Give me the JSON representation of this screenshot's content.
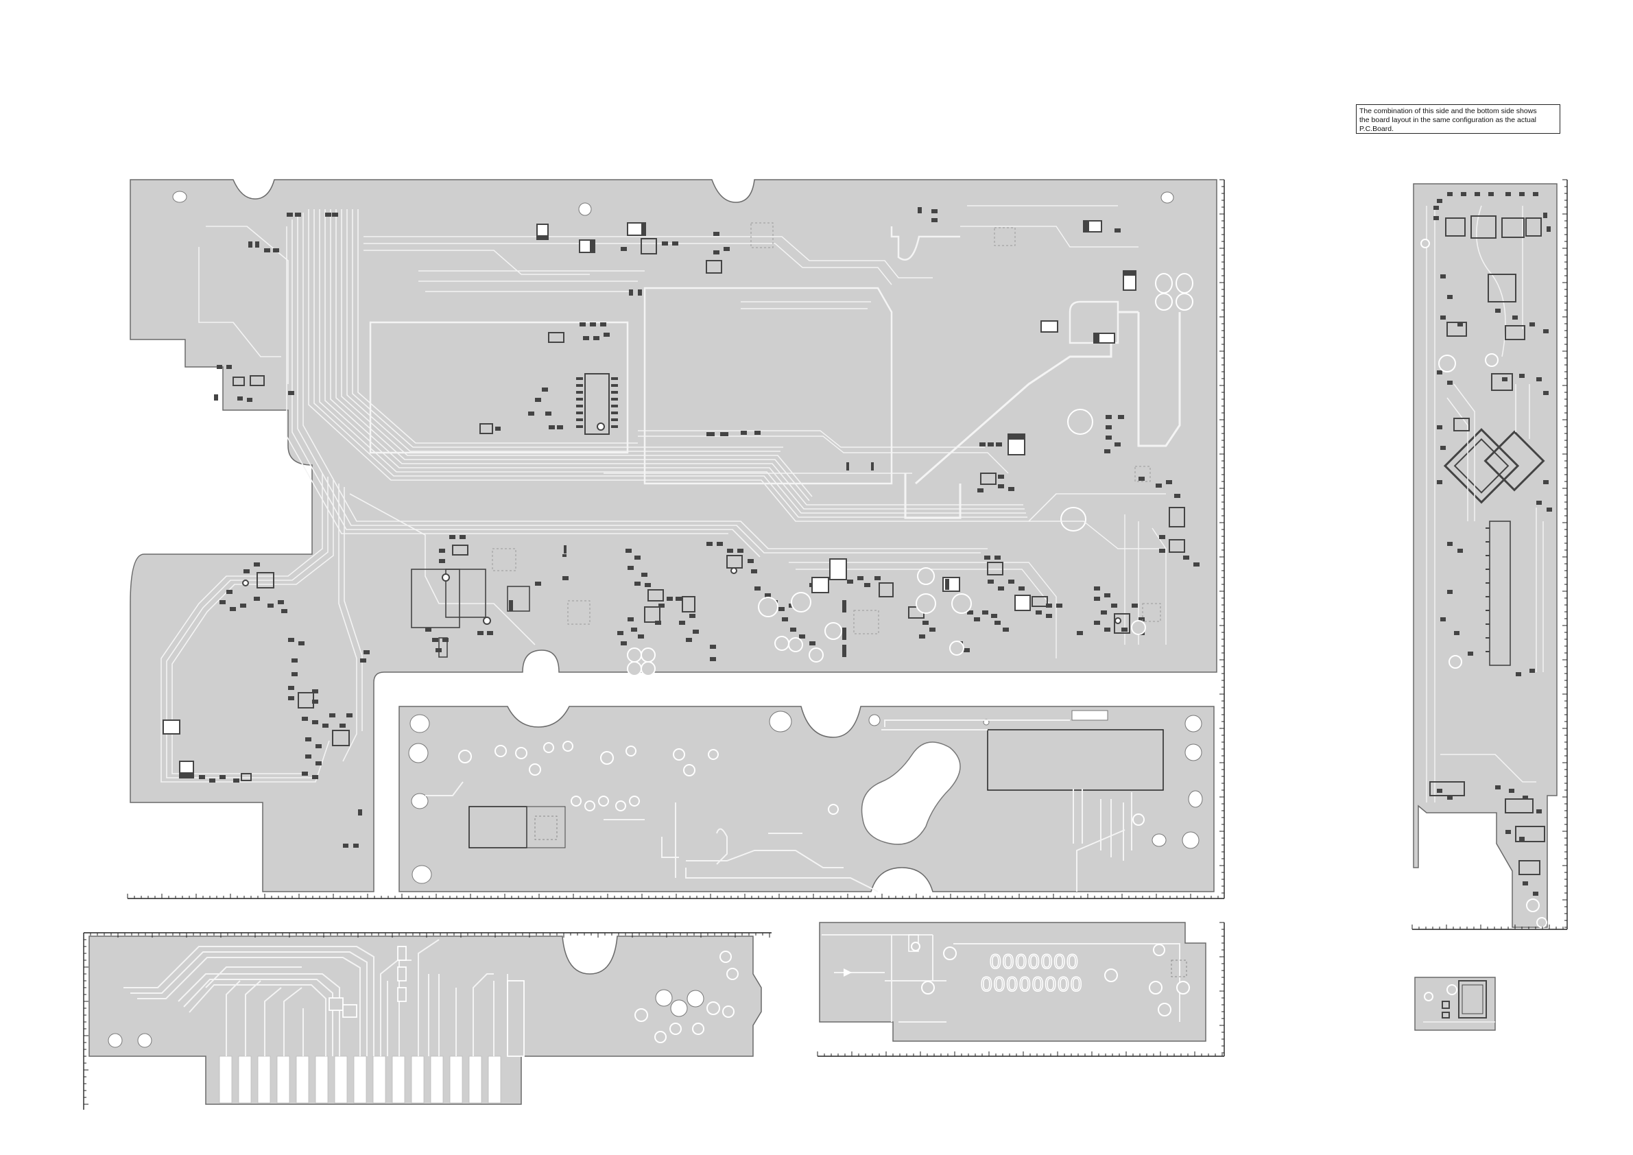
{
  "note": {
    "lines": [
      "The combination of this side and the bottom side shows",
      "the board layout in the same configuration as the actual",
      "P.C.Board."
    ]
  },
  "boards": [
    {
      "id": "main-board"
    },
    {
      "id": "lower-sub-board"
    },
    {
      "id": "connector-board"
    },
    {
      "id": "display-board"
    },
    {
      "id": "side-strip-board"
    },
    {
      "id": "small-module-board"
    }
  ],
  "display_board": {
    "row_1": "0000000",
    "row_2": "00000000"
  },
  "colors": {
    "board_fill": "#cfcfcf",
    "trace": "#f4f4f4",
    "outline": "#6a6a6a",
    "component": "#444444",
    "ruler": "#222222"
  }
}
